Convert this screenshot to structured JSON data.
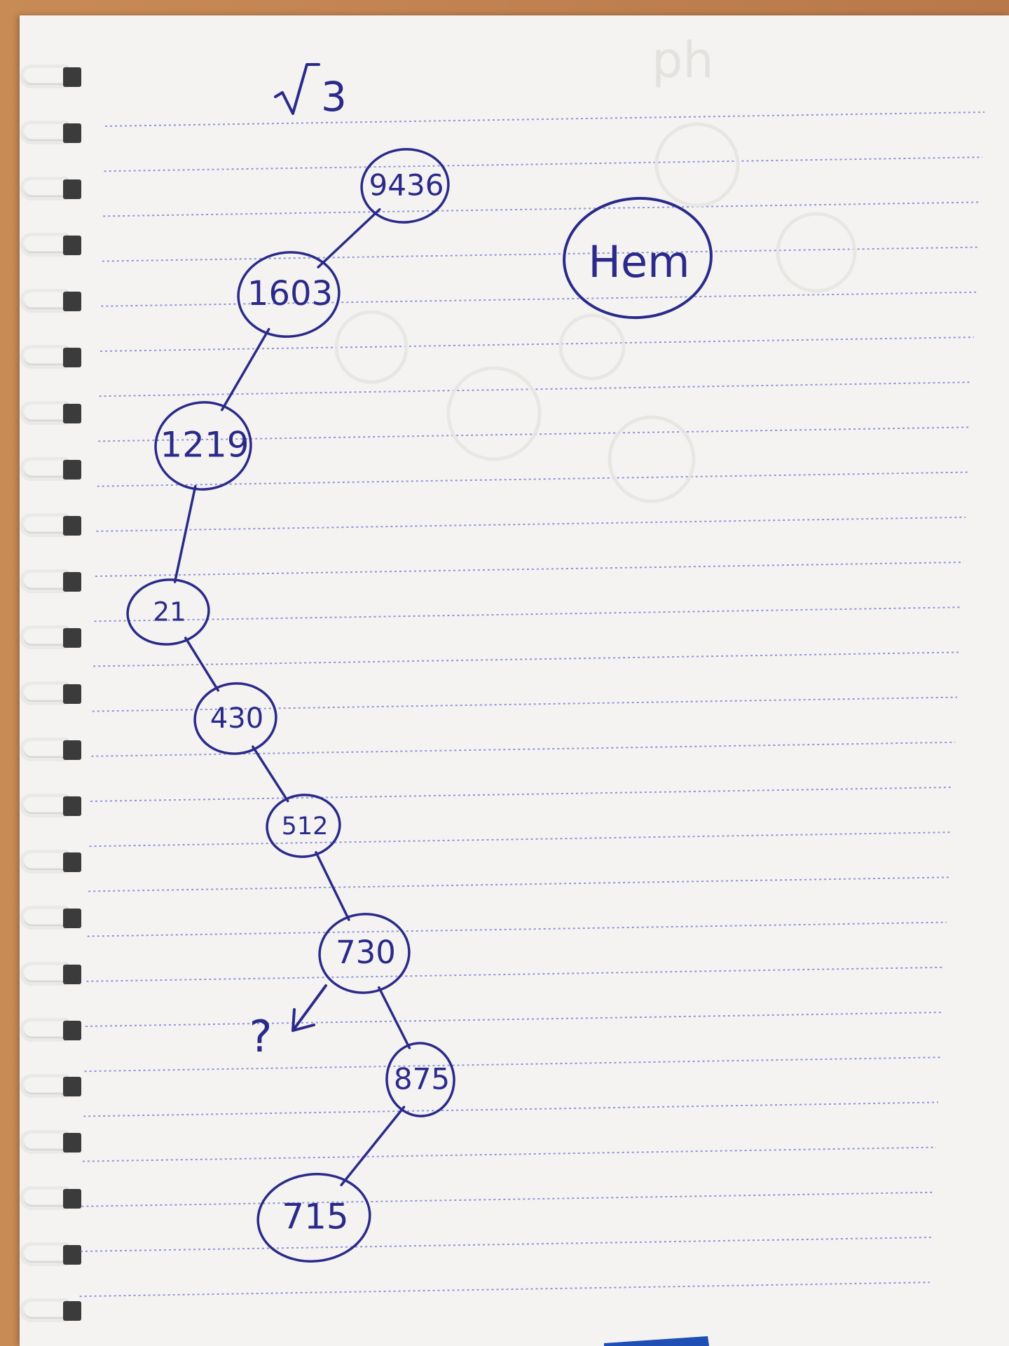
{
  "notebook": {
    "header_text": "√3",
    "side_label": "Hem",
    "question_mark": "?"
  },
  "tree": {
    "nodes": [
      {
        "label": "9436"
      },
      {
        "label": "1603"
      },
      {
        "label": "1219"
      },
      {
        "label": "21"
      },
      {
        "label": "430"
      },
      {
        "label": "512"
      },
      {
        "label": "730"
      },
      {
        "label": "875"
      },
      {
        "label": "715"
      }
    ]
  },
  "colors": {
    "ink": "#2b2a8a",
    "paper": "#f4f3f1",
    "ruling": "#6f74d6",
    "table": "#b97a4a"
  }
}
